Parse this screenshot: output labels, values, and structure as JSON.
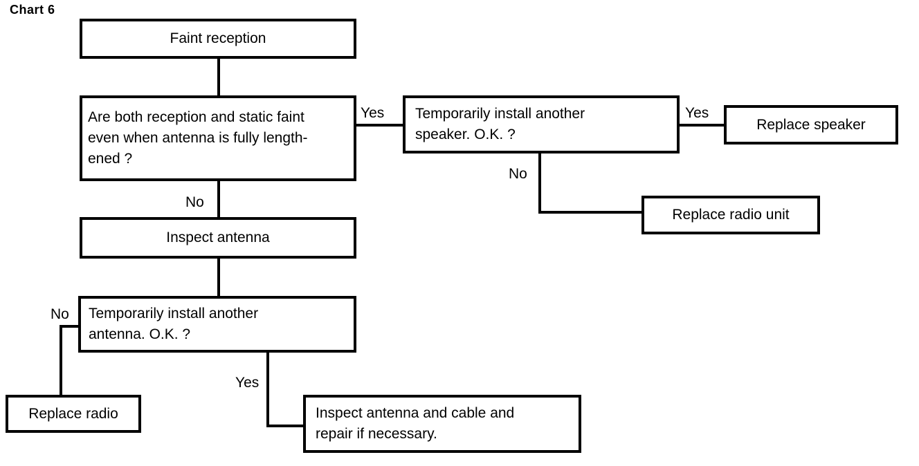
{
  "page": {
    "title": "Chart 6"
  },
  "colors": {
    "ink": "#000000",
    "paper": "#ffffff"
  },
  "flowchart": {
    "nodes": [
      {
        "id": "faint-reception",
        "type": "start",
        "label": "Faint reception"
      },
      {
        "id": "q-reception-static",
        "type": "decision",
        "label": "Are both reception and static faint\neven when antenna is fully length-\nened ?"
      },
      {
        "id": "q-install-speaker",
        "type": "decision",
        "label": "Temporarily install another\nspeaker. O.K. ?"
      },
      {
        "id": "replace-speaker",
        "type": "action",
        "label": "Replace speaker"
      },
      {
        "id": "replace-radio-unit",
        "type": "action",
        "label": "Replace radio unit"
      },
      {
        "id": "inspect-antenna",
        "type": "action",
        "label": "Inspect antenna"
      },
      {
        "id": "q-install-antenna",
        "type": "decision",
        "label": "Temporarily install another\nantenna. O.K. ?"
      },
      {
        "id": "replace-radio",
        "type": "action",
        "label": "Replace radio"
      },
      {
        "id": "inspect-antenna-cable",
        "type": "action",
        "label": "Inspect antenna and cable and\nrepair if necessary."
      }
    ],
    "edges": [
      {
        "from": "faint-reception",
        "to": "q-reception-static",
        "label": ""
      },
      {
        "from": "q-reception-static",
        "to": "q-install-speaker",
        "label": "Yes"
      },
      {
        "from": "q-install-speaker",
        "to": "replace-speaker",
        "label": "Yes"
      },
      {
        "from": "q-install-speaker",
        "to": "replace-radio-unit",
        "label": "No"
      },
      {
        "from": "q-reception-static",
        "to": "inspect-antenna",
        "label": "No"
      },
      {
        "from": "inspect-antenna",
        "to": "q-install-antenna",
        "label": ""
      },
      {
        "from": "q-install-antenna",
        "to": "replace-radio",
        "label": "No"
      },
      {
        "from": "q-install-antenna",
        "to": "inspect-antenna-cable",
        "label": "Yes"
      }
    ]
  }
}
